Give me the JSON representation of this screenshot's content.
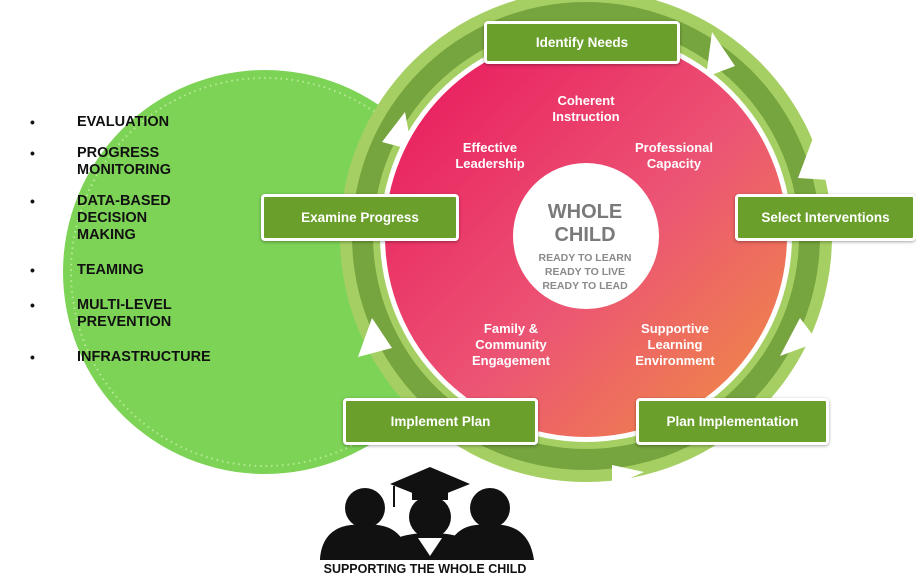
{
  "bullets": [
    "EVALUATION",
    "PROGRESS\nMONITORING",
    "DATA-BASED\nDECISION\nMAKING",
    "TEAMING",
    "MULTI-LEVEL\nPREVENTION",
    "INFRASTRUCTURE"
  ],
  "cycle": {
    "identify_needs": "Identify Needs",
    "select_interventions": "Select Interventions",
    "plan_implementation": "Plan Implementation",
    "implement_plan": "Implement Plan",
    "examine_progress": "Examine Progress"
  },
  "segments": {
    "coherent_instruction": "Coherent\nInstruction",
    "effective_leadership": "Effective\nLeadership",
    "professional_capacity": "Professional\nCapacity",
    "family_community": "Family &\nCommunity\nEngagement",
    "supportive_learning": "Supportive\nLearning\nEnvironment"
  },
  "center": {
    "title": "WHOLE\nCHILD",
    "lines": "READY TO LEARN\nREADY TO LIVE\nREADY TO LEAD"
  },
  "caption": "SUPPORTING THE WHOLE CHILD",
  "colors": {
    "left_circle": "#7dd356",
    "box_green": "#6a9f2b",
    "ring_dark": "#74a23c",
    "ring_light": "#9cc95a",
    "pink": "#e8205f",
    "orange": "#ef8a4c"
  }
}
